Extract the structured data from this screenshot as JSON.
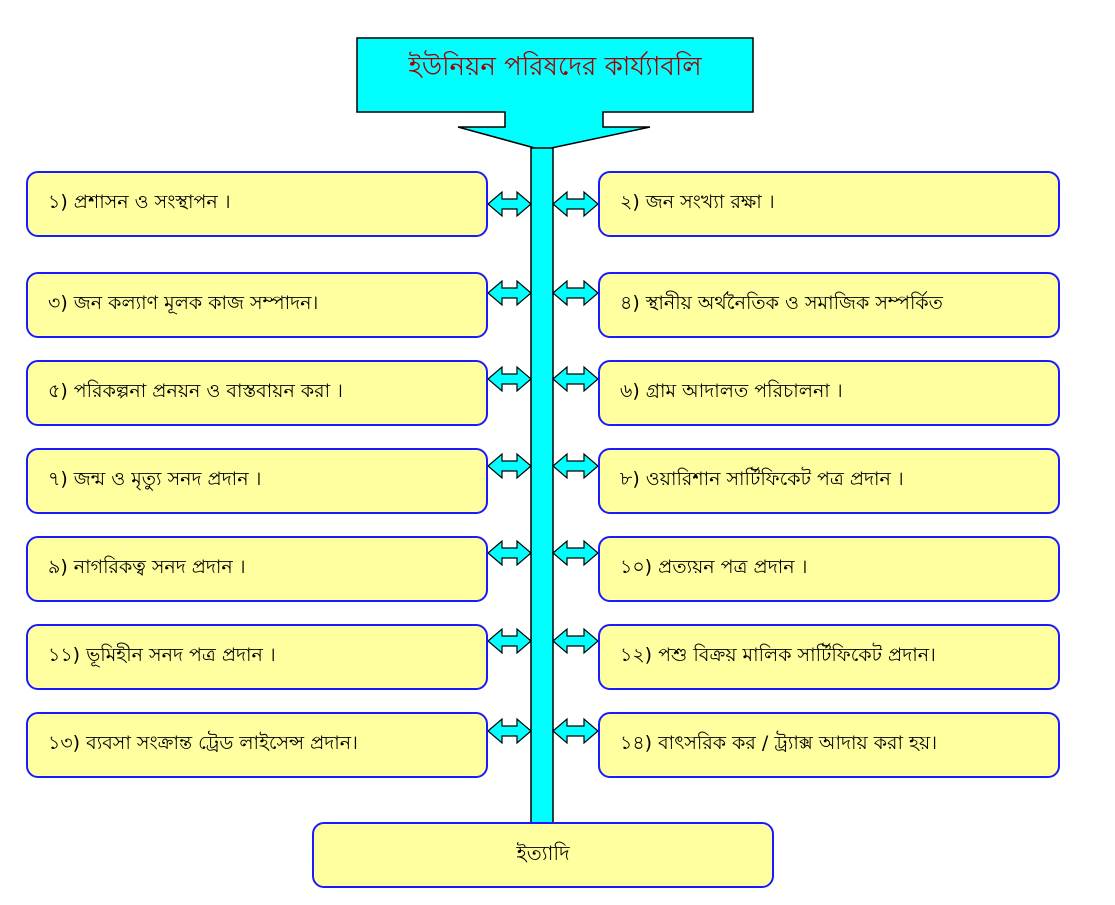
{
  "title": "ইউনিয়ন পরিষদের কার্য্যাবলি",
  "colors": {
    "title_fill": "#00ffff",
    "title_text": "#a00000",
    "box_fill": "#ffffa0",
    "box_border": "#1a1aff",
    "connector_fill": "#00ffff",
    "outline": "#000000"
  },
  "functions": [
    {
      "left": "১) প্রশাসন ও সংস্থাপন  ।",
      "right": "২) জন সংখ্যা রক্ষা ।"
    },
    {
      "left": "৩) জন কল্যাণ মূলক কাজ সম্পাদন।",
      "right": "৪) স্থানীয় অর্থনৈতিক ও সমাজিক সম্পর্কিত"
    },
    {
      "left": "৫) পরিকল্পনা প্রনয়ন ও বাস্তবায়ন করা  ।",
      "right": "৬)  গ্রাম আদালত পরিচালনা  ।"
    },
    {
      "left": "৭)  জন্ম ও মৃত্যু সনদ প্রদান  ।",
      "right": "৮)   ওয়ারিশান সার্টিফিকেট পত্র প্রদান  ।"
    },
    {
      "left": "৯)  নাগরিকত্ব সনদ প্রদান  ।",
      "right": "১০)  প্রত্যয়ন পত্র প্রদান  ।"
    },
    {
      "left": "১১)  ভূমিহীন সনদ পত্র প্রদান  ।",
      "right": "১২)  পশু বিক্রয় মালিক সার্টিফিকেট প্রদান।"
    },
    {
      "left": "১৩)  ব্যবসা সংক্রান্ত ট্রেড লাইসেন্স প্রদান।",
      "right": "১৪)  বাৎসরিক কর / ট্র্যাক্স আদায় করা হয়।"
    }
  ],
  "footer": "ইত্যাদি"
}
